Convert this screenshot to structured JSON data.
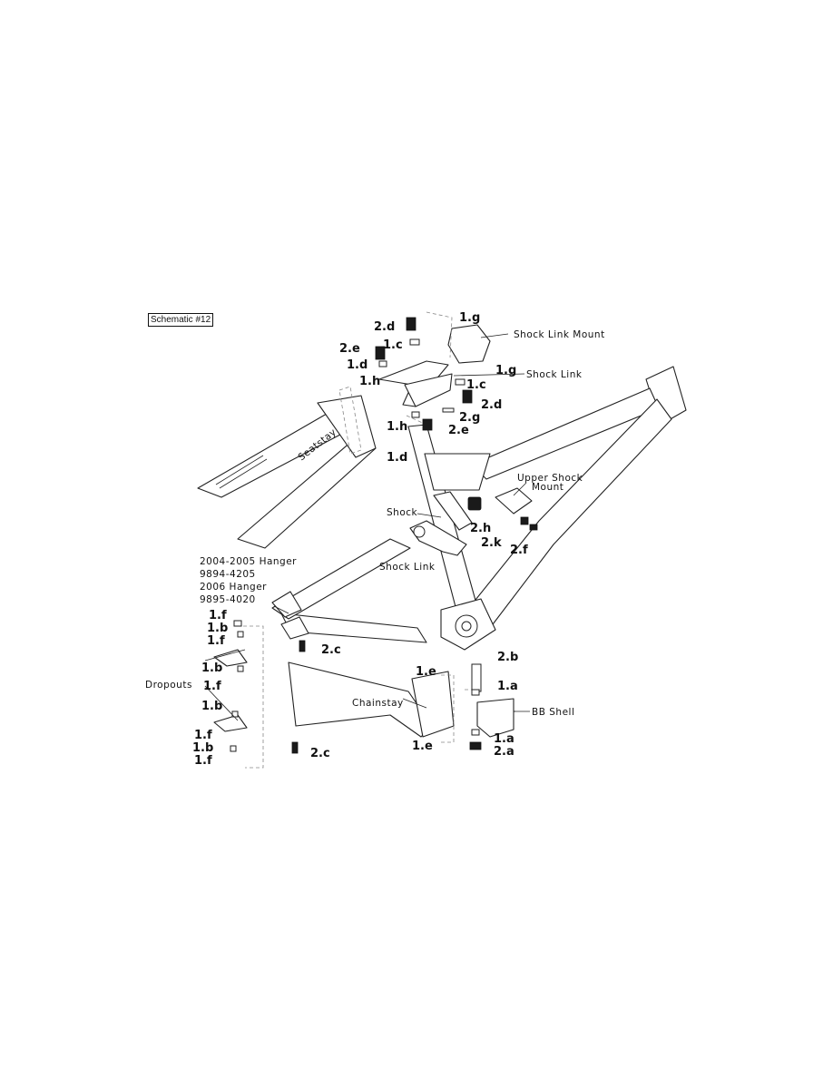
{
  "schematic_title": "Schematic #12",
  "labels": {
    "shock_link_mount": "Shock Link Mount",
    "shock_link_upper": "Shock Link",
    "seatstay": "Seatstay",
    "upper_shock_mount_1": "Upper Shock",
    "upper_shock_mount_2": "Mount",
    "shock": "Shock",
    "shock_link_lower": "Shock Link",
    "hanger_2004": "2004-2005 Hanger",
    "hanger_2004_pn": "9894-4205",
    "hanger_2006": "2006 Hanger",
    "hanger_2006_pn": "9895-4020",
    "dropouts": "Dropouts",
    "chainstay": "Chainstay",
    "bb_shell": "BB Shell"
  },
  "parts": {
    "p2d_top": "2.d",
    "p1g_top": "1.g",
    "p2e_top": "2.e",
    "p1c_top": "1.c",
    "p1d_top": "1.d",
    "p1h_top": "1.h",
    "p1g_mid": "1.g",
    "p1c_mid": "1.c",
    "p2d_mid": "2.d",
    "p2g": "2.g",
    "p1h_mid": "1.h",
    "p2e_mid": "2.e",
    "p1d_mid": "1.d",
    "p2h": "2.h",
    "p2k": "2.k",
    "p2f": "2.f",
    "p1f_a": "1.f",
    "p1b_a": "1.b",
    "p1f_b": "1.f",
    "p2c_upper": "2.c",
    "p1b_c": "1.b",
    "p1f_d": "1.f",
    "p1b_e": "1.b",
    "p1f_g": "1.f",
    "p1b_h": "1.b",
    "p1f_i": "1.f",
    "p2c_lower": "2.c",
    "p2b": "2.b",
    "p1e_top": "1.e",
    "p1a_top": "1.a",
    "p1a_bot": "1.a",
    "p2a": "2.a",
    "p1e_bot": "1.e"
  }
}
